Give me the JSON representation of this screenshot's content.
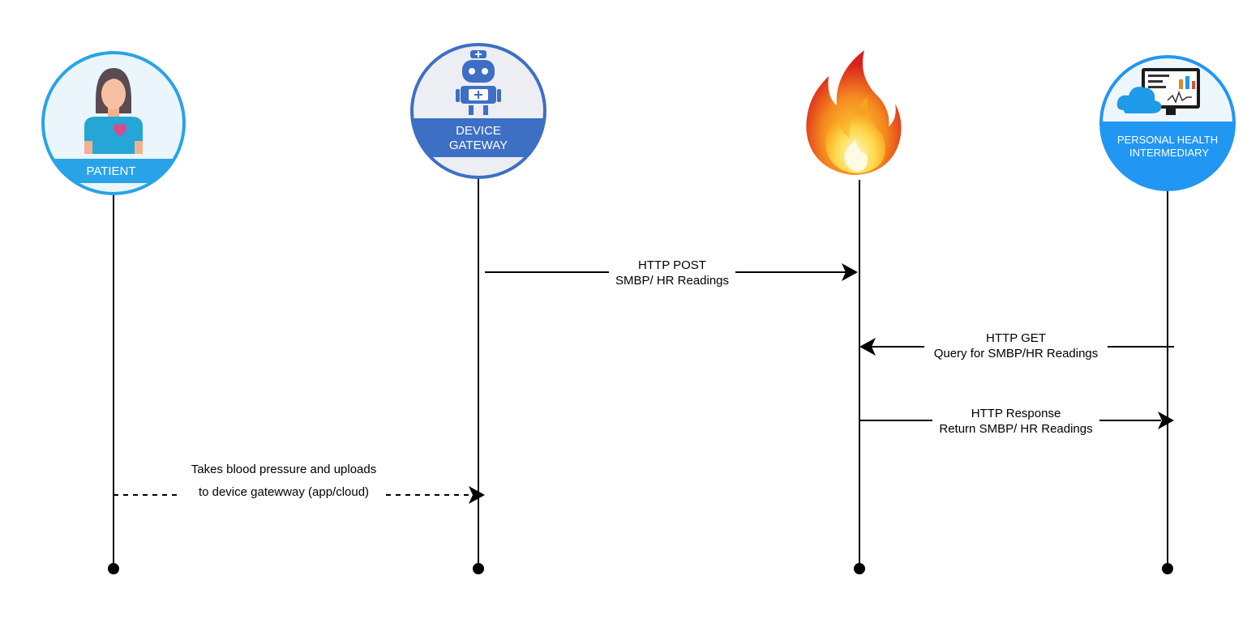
{
  "actors": {
    "patient": {
      "label": "PATIENT"
    },
    "gateway": {
      "label_line1": "DEVICE",
      "label_line2": "GATEWAY"
    },
    "server": {
      "icon": "fire-icon"
    },
    "intermediary": {
      "label_line1": "PERSONAL HEALTH",
      "label_line2": "INTERMEDIARY"
    }
  },
  "messages": {
    "post": {
      "line1": "HTTP POST",
      "line2": "SMBP/ HR Readings"
    },
    "get": {
      "line1": "HTTP GET",
      "line2": "Query for SMBP/HR Readings"
    },
    "response": {
      "line1": "HTTP Response",
      "line2": "Return SMBP/ HR Readings"
    },
    "upload": {
      "line1": "Takes blood pressure and uploads",
      "line2": "to device gatewway (app/cloud)"
    }
  },
  "colors": {
    "ring": "#29a3e8",
    "gateway_band": "#3d6fc4",
    "gateway_ring": "#3d6fc4",
    "intermediary_band": "#2196f3",
    "patient_band": "#29a3e8"
  }
}
